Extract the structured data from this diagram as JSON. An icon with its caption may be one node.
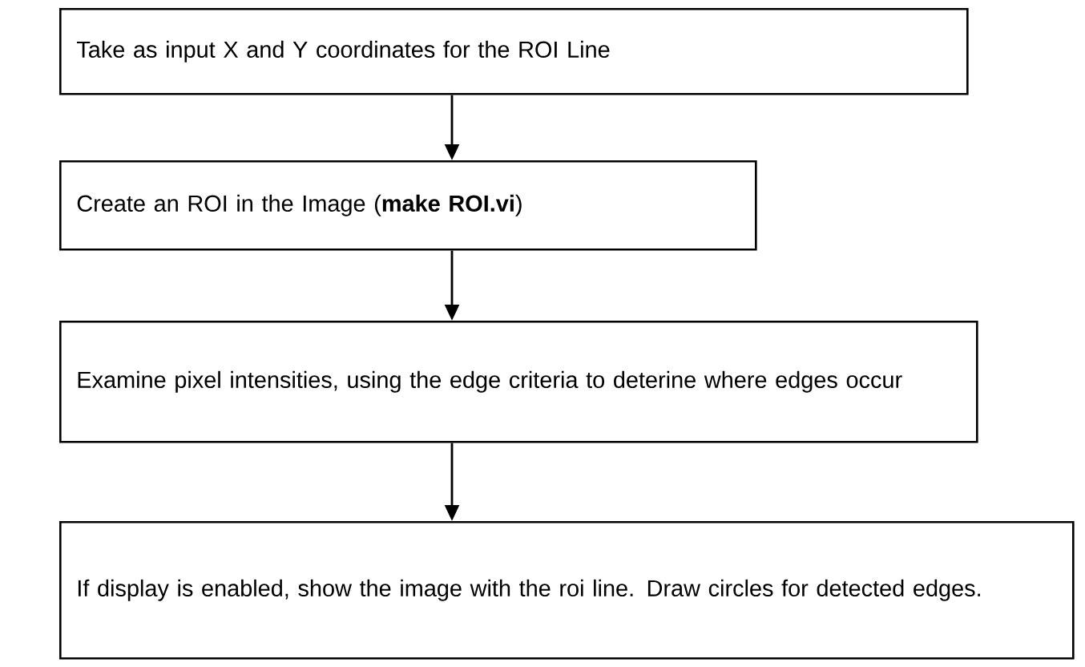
{
  "diagram": {
    "nodes": [
      {
        "text": [
          "Take as input X and Y coordinates for the ROI Line"
        ]
      },
      {
        "text": [
          "Create an ROI in the Image (**make ROI.vi**)"
        ]
      },
      {
        "text": [
          "Examine pixel intensities, using the edge criteria to deterine where edges occur"
        ]
      },
      {
        "text": [
          "If display is enabled, show the image with the roi line. Draw circles for detected edges."
        ]
      }
    ],
    "edges": [
      {
        "from": 0,
        "to": 1,
        "arrow": "to"
      },
      {
        "from": 1,
        "to": 2,
        "arrow": "to"
      },
      {
        "from": 2,
        "to": 3,
        "arrow": "to"
      }
    ]
  }
}
